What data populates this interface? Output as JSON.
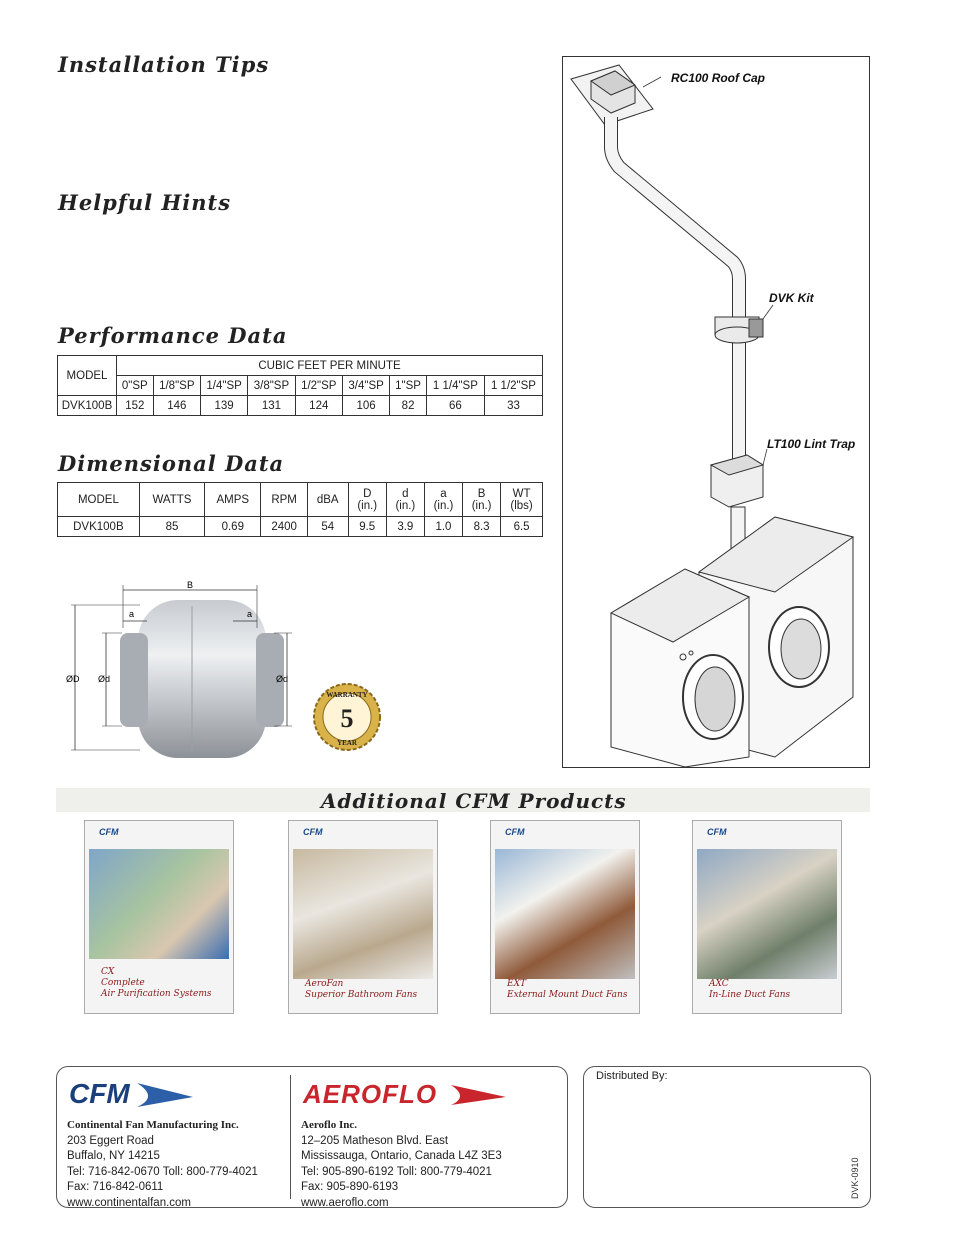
{
  "headings": {
    "installation": "Installation Tips",
    "hints": "Helpful Hints",
    "performance": "Performance Data",
    "dimensional": "Dimensional Data",
    "additional": "Additional CFM Products"
  },
  "performance": {
    "group_header": "CUBIC FEET PER MINUTE",
    "model_header": "MODEL",
    "columns": [
      "0\"SP",
      "1/8\"SP",
      "1/4\"SP",
      "3/8\"SP",
      "1/2\"SP",
      "3/4\"SP",
      "1\"SP",
      "1 1/4\"SP",
      "1 1/2\"SP"
    ],
    "row": {
      "model": "DVK100B",
      "values": [
        "152",
        "146",
        "139",
        "131",
        "124",
        "106",
        "82",
        "66",
        "33"
      ]
    }
  },
  "dimensional": {
    "headers": [
      "MODEL",
      "WATTS",
      "AMPS",
      "RPM",
      "dBA",
      "D",
      "d",
      "a",
      "B",
      "WT"
    ],
    "units": [
      "",
      "",
      "",
      "",
      "",
      "(in.)",
      "(in.)",
      "(in.)",
      "(in.)",
      "(lbs)"
    ],
    "row": [
      "DVK100B",
      "85",
      "0.69",
      "2400",
      "54",
      "9.5",
      "3.9",
      "1.0",
      "8.3",
      "6.5"
    ]
  },
  "fan_diagram": {
    "B": "B",
    "a_left": "a",
    "a_right": "a",
    "D": "ØD",
    "d_left": "Ød",
    "d_right": "Ød"
  },
  "warranty": {
    "top": "WARRANTY",
    "number": "5",
    "bottom": "YEAR"
  },
  "install_callouts": {
    "roof_cap": "RC100 Roof Cap",
    "dvk_kit": "DVK Kit",
    "lint_trap": "LT100 Lint Trap"
  },
  "products": [
    {
      "logo": "CFM",
      "caption": [
        "CX",
        "Complete",
        "Air Purification Systems"
      ]
    },
    {
      "logo": "CFM",
      "caption": [
        "AeroFan",
        "Superior Bathroom Fans"
      ]
    },
    {
      "logo": "CFM",
      "caption": [
        "EXT",
        "External Mount Duct Fans"
      ]
    },
    {
      "logo": "CFM",
      "caption": [
        "AXC",
        "In-Line Duct Fans"
      ]
    }
  ],
  "footer": {
    "cfm": {
      "logo": "CFM",
      "company": "Continental Fan Manufacturing Inc.",
      "address1": "203 Eggert Road",
      "address2": "Buffalo, NY 14215",
      "phone": "Tel: 716-842-0670  Toll: 800-779-4021",
      "fax": "Fax: 716-842-0611",
      "web": "www.continentalfan.com"
    },
    "aeroflo": {
      "logo": "AEROFLO",
      "company": "Aeroflo Inc.",
      "address1": "12–205 Matheson Blvd. East",
      "address2": "Mississauga, Ontario, Canada L4Z 3E3",
      "phone": "Tel: 905-890-6192  Toll: 800-779-4021",
      "fax": "Fax: 905-890-6193",
      "web": "www.aeroflo.com"
    },
    "distributed_by": "Distributed By:",
    "doc_code": "DVK-0910"
  }
}
